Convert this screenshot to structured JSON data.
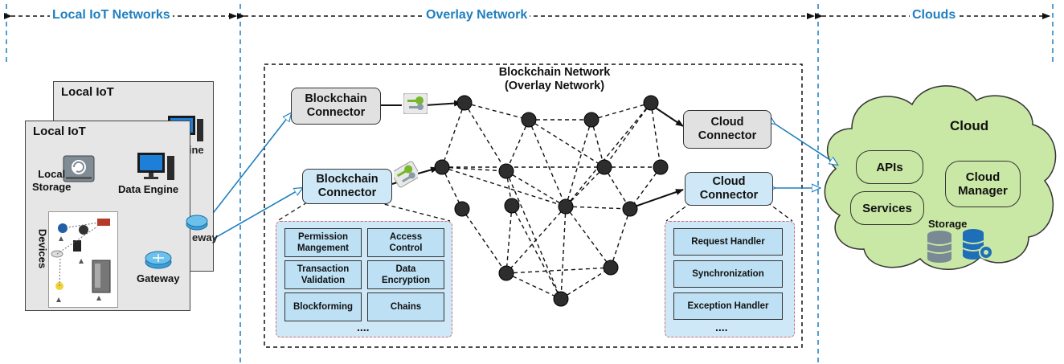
{
  "sections": {
    "local_iot": "Local IoT Networks",
    "overlay": "Overlay Network",
    "clouds": "Clouds"
  },
  "local_iot": {
    "back_title": "Local IoT",
    "front_title": "Local IoT",
    "local_storage": "Local\nStorage",
    "data_engine": "Data Engine",
    "devices": "Devices",
    "gateway": "Gateway"
  },
  "blockchain": {
    "title": "Blockchain Network\n(Overlay Network)",
    "connector_top": "Blockchain\nConnector",
    "connector_bottom": "Blockchain\nConnector",
    "functions": [
      "Permission\nMangement",
      "Access\nControl",
      "Transaction\nValidation",
      "Data\nEncryption",
      "Blockforming",
      "Chains"
    ],
    "functions_more": "....",
    "cloud_connector_top": "Cloud\nConnector",
    "cloud_connector_bottom": "Cloud\nConnector",
    "handlers": [
      "Request  Handler",
      "Synchronization",
      "Exception Handler"
    ],
    "handlers_more": "...."
  },
  "cloud": {
    "title": "Cloud",
    "apis": "APIs",
    "services": "Services",
    "manager": "Cloud\nManager",
    "storage": "Storage"
  },
  "colors": {
    "accent_blue": "#1f7fc0",
    "connector_blue": "#cfe8f7",
    "cloud_green": "#c9e7a5",
    "dashed_red": "#d26b78"
  },
  "icons": [
    "key-icon",
    "monitor-icon",
    "storage-drive-icon",
    "router-icon",
    "database-icon",
    "database-gear-icon"
  ]
}
